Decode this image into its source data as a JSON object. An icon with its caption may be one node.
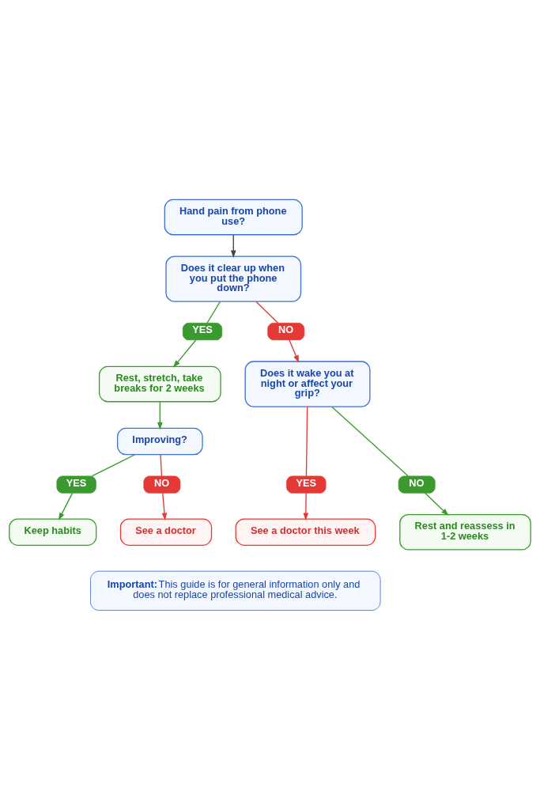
{
  "diagram": {
    "nodes": [
      {
        "text": [
          "Hand pain from phone use?"
        ]
      },
      {
        "text": [
          "Does it clear up when you put the phone down?"
        ]
      },
      {
        "text": [
          "YES"
        ]
      },
      {
        "text": [
          "NO"
        ]
      },
      {
        "text": [
          "Rest, stretch, take breaks for 2 weeks"
        ]
      },
      {
        "text": [
          "Does it wake you at night or affect your grip?"
        ]
      },
      {
        "text": [
          "Improving?"
        ]
      },
      {
        "text": [
          "YES"
        ]
      },
      {
        "text": [
          "NO"
        ]
      },
      {
        "text": [
          "YES"
        ]
      },
      {
        "text": [
          "NO"
        ]
      },
      {
        "text": [
          "Keep habits"
        ]
      },
      {
        "text": [
          "See a doctor"
        ]
      },
      {
        "text": [
          "See a doctor this week"
        ]
      },
      {
        "text": [
          "Rest and reassess in 1-2 weeks"
        ]
      },
      {
        "text": [
          "Important:",
          "This guide is for general information only and does not replace professional medical advice."
        ]
      }
    ],
    "edges": [
      {
        "from": 0,
        "to": 1,
        "arrow": "to",
        "color": "#444444"
      },
      {
        "from": 1,
        "to": 2,
        "arrow": "none"
      },
      {
        "from": 1,
        "to": 3,
        "arrow": "none",
        "color": "#e53935"
      },
      {
        "from": 2,
        "to": 4,
        "arrow": "to"
      },
      {
        "from": 3,
        "to": 5,
        "arrow": "to",
        "color": "#e53935"
      },
      {
        "from": 4,
        "to": 6,
        "arrow": "to"
      },
      {
        "from": 6,
        "to": 7,
        "arrow": "none"
      },
      {
        "from": 6,
        "to": 8,
        "arrow": "none",
        "color": "#e53935"
      },
      {
        "from": 5,
        "to": 9,
        "arrow": "none",
        "color": "#e53935"
      },
      {
        "from": 5,
        "to": 10,
        "arrow": "none"
      },
      {
        "from": 7,
        "to": 11,
        "arrow": "to"
      },
      {
        "from": 8,
        "to": 12,
        "arrow": "to",
        "color": "#e53935"
      },
      {
        "from": 9,
        "to": 13,
        "arrow": "to",
        "color": "#e53935"
      },
      {
        "from": 10,
        "to": 14,
        "arrow": "to"
      }
    ]
  }
}
